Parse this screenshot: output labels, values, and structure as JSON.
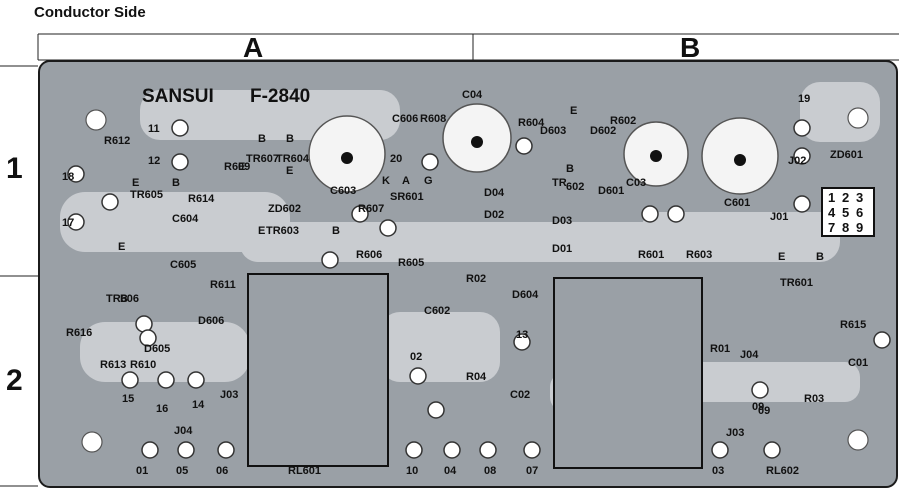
{
  "header": {
    "title": "Conductor Side"
  },
  "grid": {
    "columns": [
      "A",
      "B"
    ],
    "rows": [
      "1",
      "2"
    ]
  },
  "board": {
    "brand": "SANSUI",
    "model": "F-2840",
    "silk_labels": [
      "R612",
      "TR605",
      "E",
      "B",
      "C604",
      "18",
      "17",
      "11",
      "12",
      "R609",
      "TR607",
      "E",
      "B",
      "TR604",
      "B",
      "E",
      "R614",
      "C606",
      "R608",
      "C603",
      "20",
      "ZD602",
      "E",
      "TR603",
      "B",
      "R607",
      "K",
      "A",
      "G",
      "SR601",
      "R606",
      "R605",
      "C605",
      "R611",
      "TR606",
      "E",
      "B",
      "R616",
      "R613",
      "R610",
      "D606",
      "D605",
      "15",
      "16",
      "14",
      "C04",
      "R604",
      "D603",
      "D602",
      "R602",
      "E",
      "TR",
      "602",
      "B",
      "D04",
      "D02",
      "D601",
      "D03",
      "D01",
      "R601",
      "R603",
      "C03",
      "C601",
      "19",
      "J02",
      "ZD601",
      "J01",
      "R02",
      "C602",
      "D604",
      "13",
      "02",
      "R04",
      "C02",
      "TR601",
      "E",
      "B",
      "R01",
      "J04",
      "09",
      "R615",
      "C01",
      "R03",
      "J03",
      "J04",
      "J03",
      "09",
      "01",
      "05",
      "06",
      "10",
      "04",
      "08",
      "07",
      "03",
      "RL602",
      "RL601"
    ],
    "grid_numbers": [
      "1",
      "2",
      "3",
      "4",
      "5",
      "6",
      "7",
      "8",
      "9"
    ]
  }
}
